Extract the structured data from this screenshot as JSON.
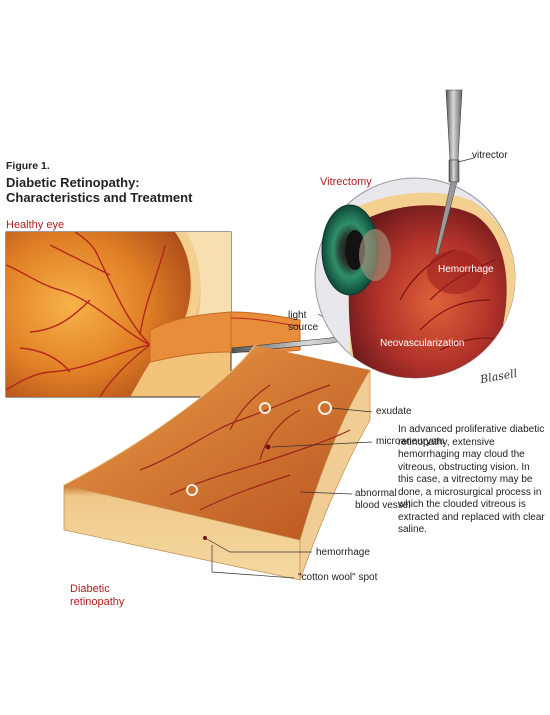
{
  "figure_label": "Figure 1.",
  "title_line1": "Diabetic Retinopathy:",
  "title_line2": "Characteristics and Treatment",
  "sections": {
    "healthy_eye": "Healthy eye",
    "vitrectomy": "Vitrectomy",
    "diabetic_line1": "Diabetic",
    "diabetic_line2": "retinopathy"
  },
  "labels": {
    "vitrector": "vitrector",
    "light_source_line1": "light",
    "light_source_line2": "source",
    "hemorrhage_inner": "Hemorrhage",
    "neovascularization": "Neovascularization",
    "exudate": "exudate",
    "microaneurysm": "microaneurysm",
    "abnormal_line1": "abnormal",
    "abnormal_line2": "blood vessel",
    "hemorrhage": "hemorrhage",
    "cotton_wool": "\"cotton wool\" spot"
  },
  "caption": "In advanced proliferative diabetic retinopathy, extensive hemorrhaging may cloud the vitreous, obstructing vision. In this case, a vitrectomy may be done, a microsurgical process in which the clouded vitreous is extracted and replaced with clear saline.",
  "signature": "Blasell",
  "colors": {
    "accent_red": "#b01e23",
    "retina_orange": "#e58a2a",
    "vessel_red": "#b3261e",
    "tissue_yellow": "#f3d08f",
    "iris_green": "#2f8f6a"
  }
}
